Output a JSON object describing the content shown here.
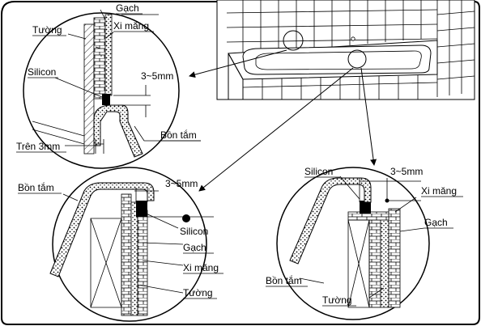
{
  "labels": {
    "wall": "Tường",
    "tile": "Gạch",
    "cement": "Xi măng",
    "silicon": "Silicon",
    "gap": "3~5mm",
    "bathtub": "Bồn tắm",
    "above": "Trên 3mm"
  },
  "detail_top": {
    "wall": "Tường",
    "tile": "Gạch",
    "cement": "Xi măng",
    "silicon": "Silicon",
    "gap": "3~5mm",
    "bathtub": "Bồn tắm",
    "above": "Trên 3mm"
  },
  "detail_bottom_left": {
    "bathtub": "Bồn tắm",
    "gap": "3~5mm",
    "silicon": "Silicon",
    "tile": "Gạch",
    "cement": "Xi măng",
    "wall": "Tường"
  },
  "detail_bottom_right": {
    "silicon": "Silicon",
    "gap": "3~5mm",
    "cement": "Xi măng",
    "tile": "Gạch",
    "bathtub": "Bồn tắm",
    "wall": "Tường"
  },
  "colors": {
    "line": "#000000",
    "background": "#ffffff"
  }
}
